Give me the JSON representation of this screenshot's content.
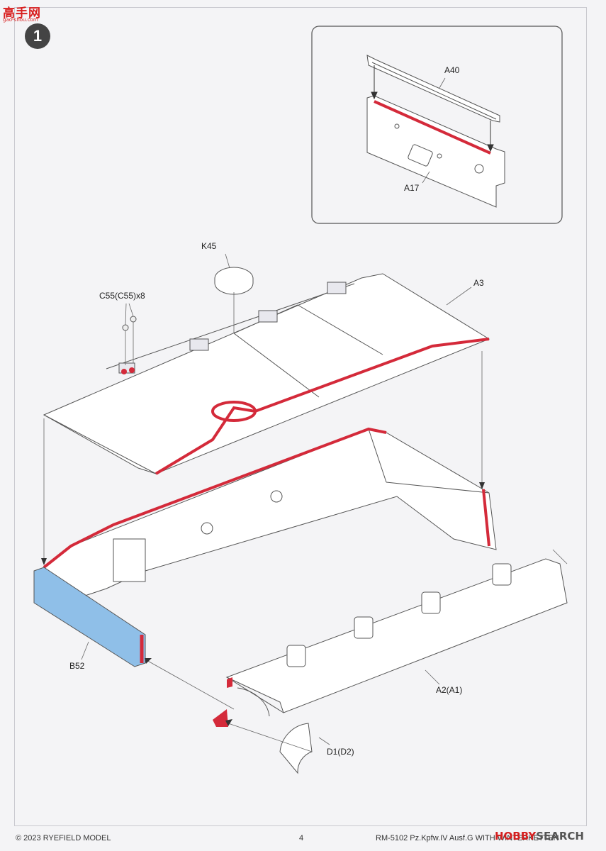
{
  "watermark": {
    "text": "高手网",
    "url": "gao-shou.com"
  },
  "step": {
    "number": "1"
  },
  "labels": {
    "a40": "A40",
    "a17": "A17",
    "k45": "K45",
    "a3": "A3",
    "c55": "C55(C55)x8",
    "b52": "B52",
    "a2": "A2(A1)",
    "d1": "D1(D2)"
  },
  "footer": {
    "copyright": "© 2023 RYEFIELD MODEL",
    "page_number": "4",
    "product": "RM-5102 Pz.Kpfw.IV Ausf.G WITH WINTERKETTEN"
  },
  "logo": {
    "brand": "HOBBY",
    "suffix": "SEARCH"
  },
  "colors": {
    "highlight_red": "#d42a3a",
    "part_blue": "#8fbfe8",
    "line_grey": "#666666"
  }
}
